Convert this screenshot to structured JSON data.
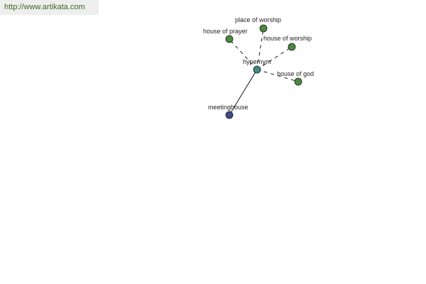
{
  "banner": {
    "url": "http://www.artikata.com"
  },
  "colors": {
    "hub": "#3f8a86",
    "synonym": "#4a8a3e",
    "related": "#3b4a8c",
    "edge": "#000000",
    "banner_text": "#3a6b1c"
  },
  "graph": {
    "hub": {
      "id": "hypernym",
      "label": "hypernym"
    },
    "nodes": [
      {
        "id": "place-of-worship",
        "label": "place of worship",
        "kind": "synonym"
      },
      {
        "id": "house-of-prayer",
        "label": "house of prayer",
        "kind": "synonym"
      },
      {
        "id": "house-of-worship",
        "label": "house of worship",
        "kind": "synonym"
      },
      {
        "id": "house-of-god",
        "label": "house of god",
        "kind": "synonym"
      },
      {
        "id": "meetinghouse",
        "label": "meetinghouse",
        "kind": "related"
      }
    ],
    "edges": [
      {
        "from": "hypernym",
        "to": "place-of-worship",
        "style": "dashed"
      },
      {
        "from": "hypernym",
        "to": "house-of-prayer",
        "style": "dashed"
      },
      {
        "from": "hypernym",
        "to": "house-of-worship",
        "style": "dashed"
      },
      {
        "from": "hypernym",
        "to": "house-of-god",
        "style": "dashed"
      },
      {
        "from": "hypernym",
        "to": "meetinghouse",
        "style": "solid"
      }
    ]
  }
}
